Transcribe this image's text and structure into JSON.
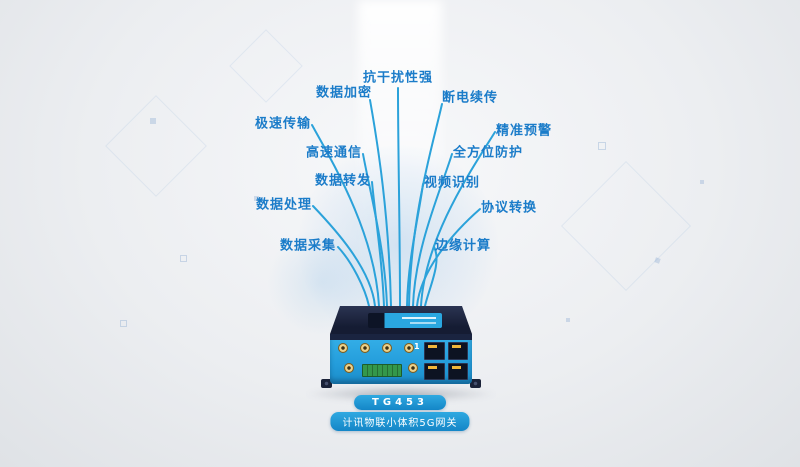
{
  "features": [
    {
      "id": "anti-interference",
      "label": "抗干扰性强"
    },
    {
      "id": "data-encryption",
      "label": "数据加密"
    },
    {
      "id": "resume-transfer",
      "label": "断电续传"
    },
    {
      "id": "fast-transmission",
      "label": "极速传输"
    },
    {
      "id": "precise-warning",
      "label": "精准预警"
    },
    {
      "id": "high-speed-comm",
      "label": "高速通信"
    },
    {
      "id": "all-round-protection",
      "label": "全方位防护"
    },
    {
      "id": "data-forwarding",
      "label": "数据转发"
    },
    {
      "id": "video-recognition",
      "label": "视频识别"
    },
    {
      "id": "data-processing",
      "label": "数据处理"
    },
    {
      "id": "protocol-conversion",
      "label": "协议转换"
    },
    {
      "id": "data-collection",
      "label": "数据采集"
    },
    {
      "id": "edge-computing",
      "label": "边缘计算"
    }
  ],
  "device": {
    "model_badge": "TG453",
    "description_badge": "计讯物联小体积5G网关",
    "panel_number": "1"
  },
  "colors": {
    "feature_text": "#1b7cc9",
    "connection_line": "#2ba2da",
    "badge_background": "#1e9cd7",
    "device_front": "#2aa7e0",
    "device_dark": "#151c33",
    "connector_gold": "#b78e33",
    "port_led": "#f0b63c",
    "terminal_green": "#34984a",
    "background": "#eceef1"
  }
}
